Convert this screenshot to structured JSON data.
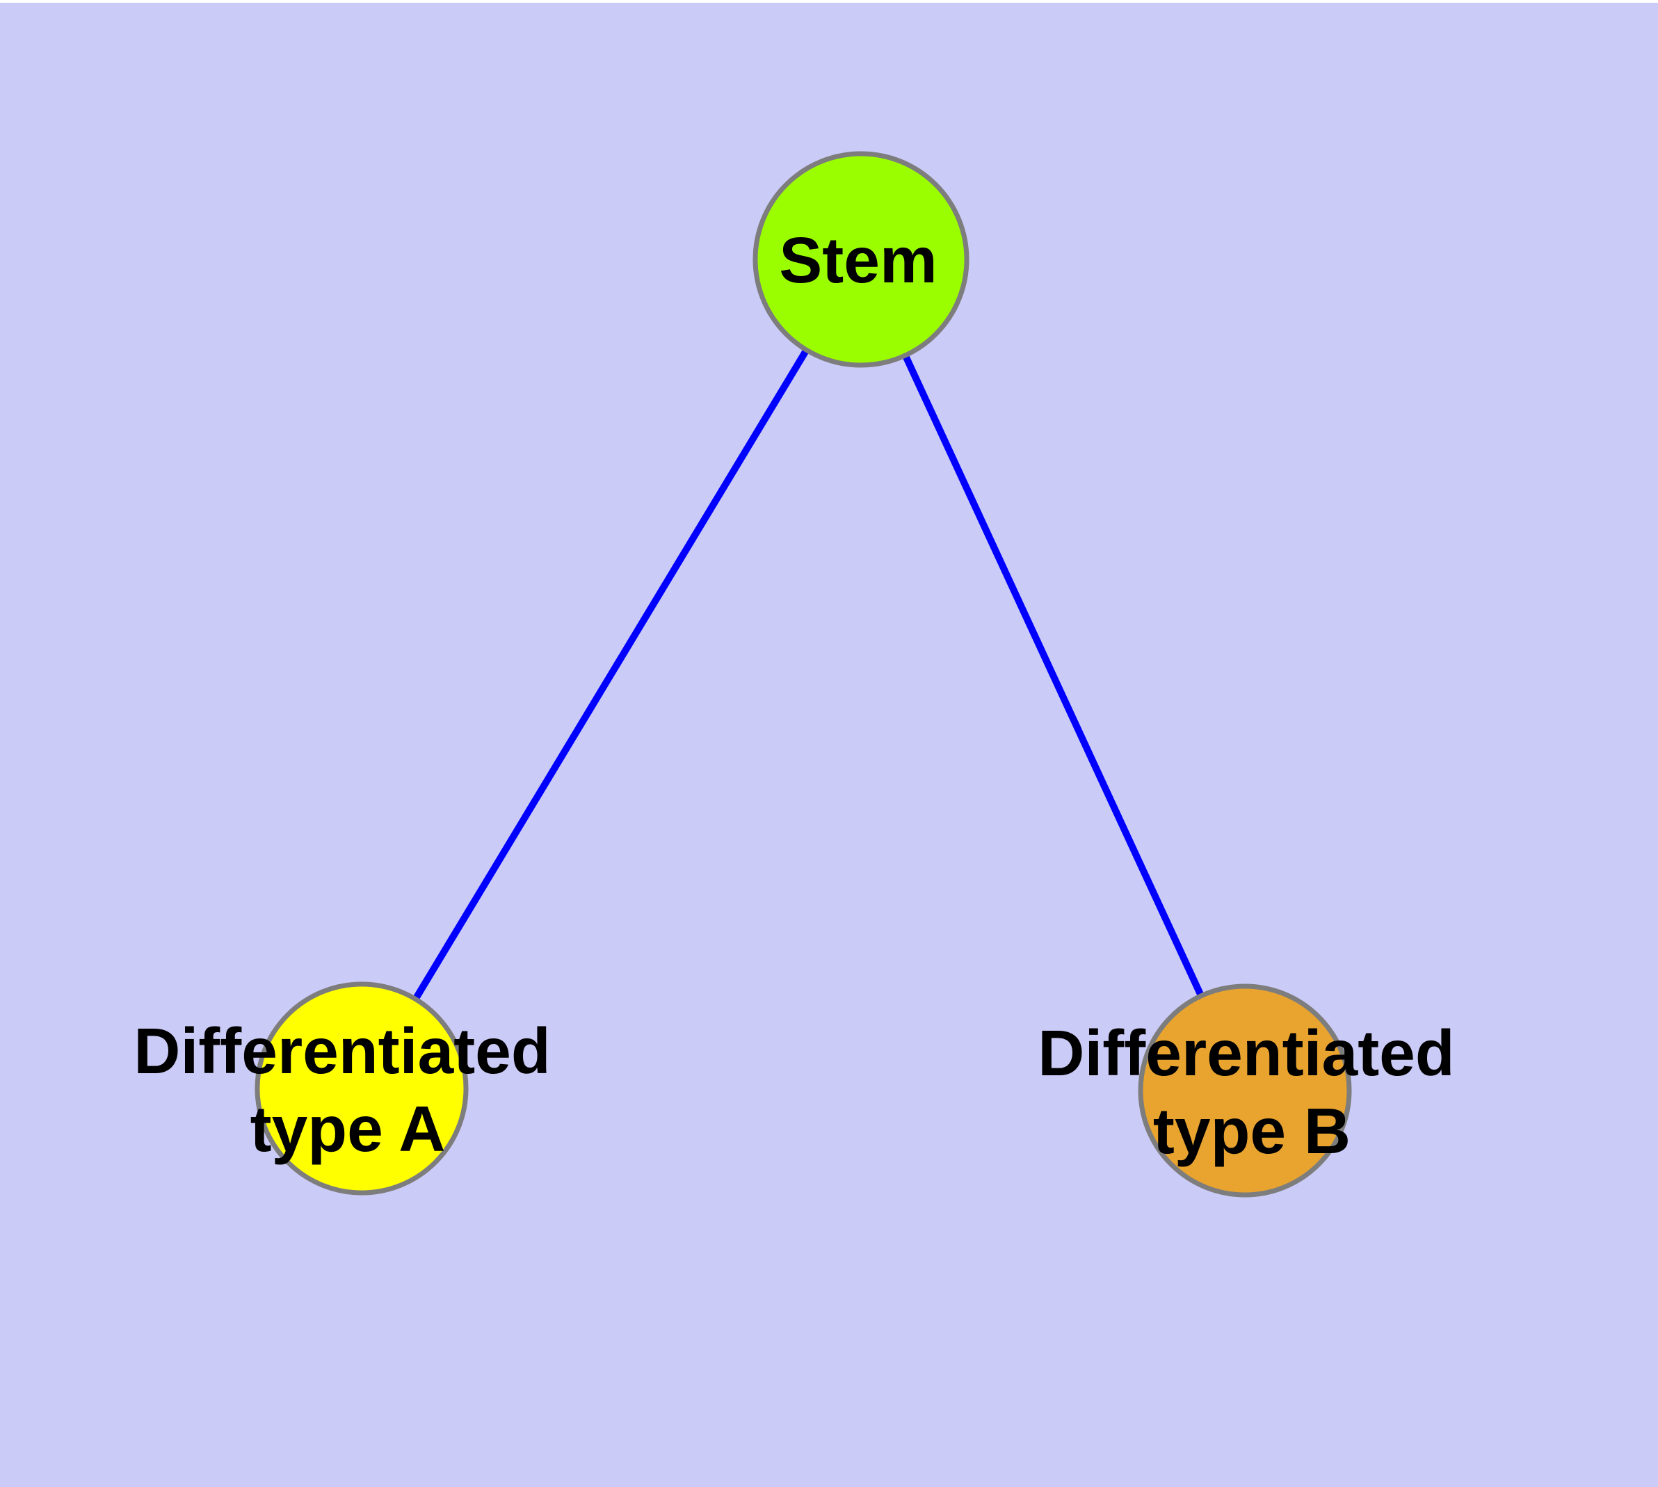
{
  "diagram": {
    "background_color": "#CBCBF8",
    "top_strip_color": "#FFFFFF",
    "edge_color": "#0000FF",
    "node_border_color": "#7D7D7D",
    "label_color": "#000000",
    "nodes": {
      "stem": {
        "label": "Stem",
        "fill_color": "#9BFE00"
      },
      "type_a": {
        "label_line1": "Differentiated",
        "label_line2": "type A",
        "fill_color": "#FFFF00"
      },
      "type_b": {
        "label_line1": "Differentiated",
        "label_line2": "type B",
        "fill_color": "#E8A42F"
      }
    },
    "edges": [
      {
        "from": "Stem",
        "to": "Differentiated type A"
      },
      {
        "from": "Stem",
        "to": "Differentiated type B"
      }
    ]
  }
}
